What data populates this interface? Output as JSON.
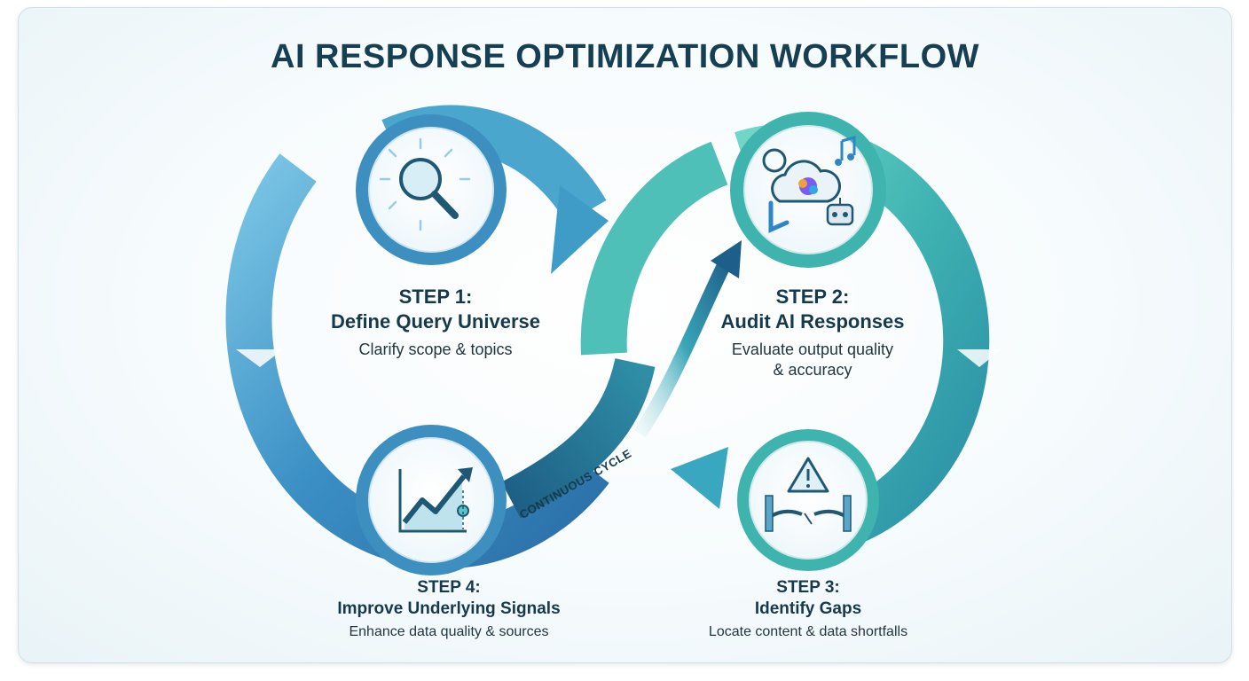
{
  "title": "AI RESPONSE OPTIMIZATION WORKFLOW",
  "cycle_label": "CONTINUOUS CYCLE",
  "steps": [
    {
      "label": "STEP 1:",
      "name": "Define Query Universe",
      "description": "Clarify scope & topics",
      "icon": "magnifier-icon"
    },
    {
      "label": "STEP 2:",
      "name": "Audit AI Responses",
      "description_line1": "Evaluate output quality",
      "description_line2": "& accuracy",
      "icon": "ai-platforms-icon"
    },
    {
      "label": "STEP 3:",
      "name": "Identify Gaps",
      "description": "Locate content & data shortfalls",
      "icon": "broken-bridge-warning-icon"
    },
    {
      "label": "STEP 4:",
      "name": "Improve Underlying Signals",
      "description": "Enhance data quality & sources",
      "icon": "growth-chart-icon"
    }
  ],
  "colors": {
    "title": "#163f53",
    "left_loop": "#3a8fbf",
    "right_loop": "#3db5b0",
    "text": "#163a4c"
  }
}
